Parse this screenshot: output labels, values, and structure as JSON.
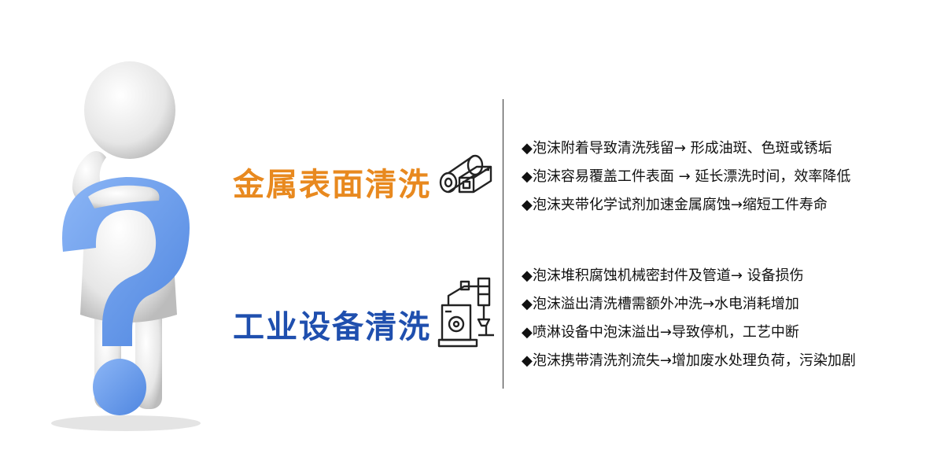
{
  "colors": {
    "metal_title": "#e8891f",
    "industrial_title": "#1f4fae",
    "question_mark": "#6fa3f2"
  },
  "sections": {
    "metal": {
      "title": "金属表面清洗",
      "icon": "metal-materials-icon",
      "bullets": [
        "◆泡沫附着导致清洗残留→ 形成油斑、色斑或锈垢",
        "◆泡沫容易覆盖工件表面 → 延长漂洗时间，效率降低",
        "◆泡沫夹带化学试剂加速金属腐蚀→缩短工件寿命"
      ]
    },
    "industrial": {
      "title": "工业设备清洗",
      "icon": "industrial-machine-icon",
      "bullets": [
        "◆泡沫堆积腐蚀机械密封件及管道→ 设备损伤",
        "◆泡沫溢出清洗槽需额外冲洗→水电消耗增加",
        "◆喷淋设备中泡沫溢出→导致停机，工艺中断",
        "◆泡沫携带清洗剂流失→增加废水处理负荷，污染加剧"
      ]
    }
  }
}
